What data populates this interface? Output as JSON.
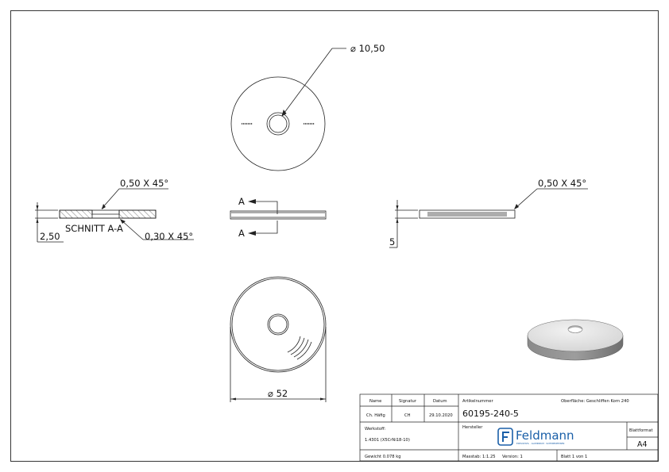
{
  "dimensions": {
    "hole_diameter": "⌀ 10,50",
    "chamfer_top": "0,50 X 45°",
    "section_label": "SCHNITT A-A",
    "chamfer_bottom": "0,30 X 45°",
    "thickness_left": "2,50",
    "chamfer_side": "0,50 X 45°",
    "thickness_side": "5",
    "outer_diameter": "⌀ 52",
    "section_marker": "A"
  },
  "title_block": {
    "col_name": "Name",
    "col_signature": "Signatur",
    "col_date": "Datum",
    "name_value": "Ch. Häfig",
    "signature_value": "CH",
    "date_value": "29.10.2020",
    "article_label": "Artikelnummer",
    "surface_label": "Oberfläche: Geschliffen Korn 240",
    "article_number": "60195-240-5",
    "material_label": "Werkstoff:",
    "material_value": "1.4301 (X5CrNi18-10)",
    "manufacturer_label": "Hersteller",
    "brand_name": "Feldmann",
    "brand_tagline": "EDELSTAHL · ALUMINIUM · SCHMIEDEEISEN",
    "sheet_format_label": "Blattformat",
    "sheet_format_value": "A4",
    "weight_label": "Gewicht 0.078 kg",
    "scale_label": "Masstab: 1:1.25",
    "version_label": "Version: 1",
    "sheet_label": "Blatt 1 von 1"
  },
  "colors": {
    "line": "#222222",
    "brand": "#1a5fa8"
  }
}
